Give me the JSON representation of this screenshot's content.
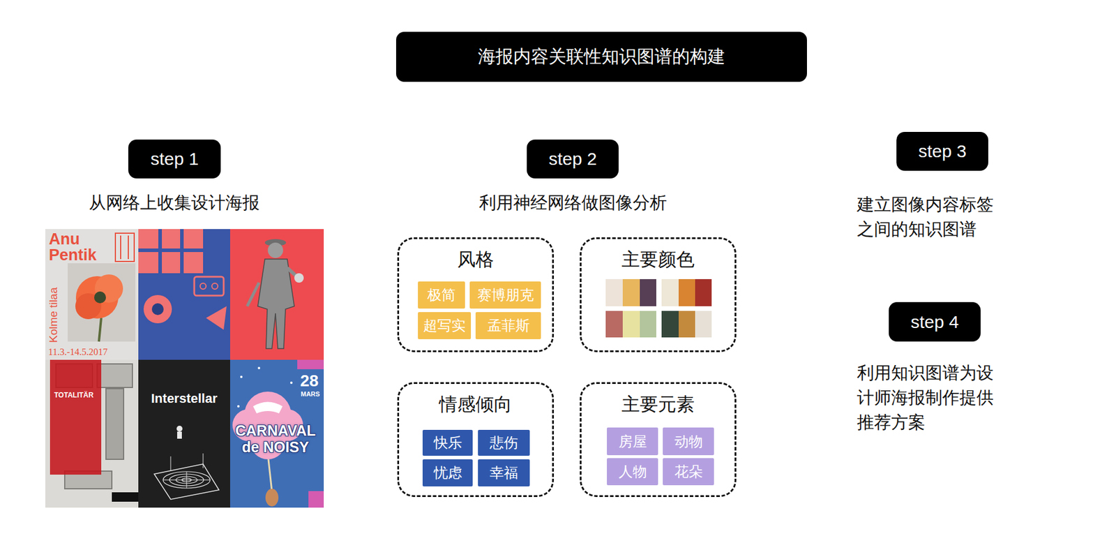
{
  "diagram": {
    "title": "海报内容关联性知识图谱的构建",
    "nodes": [
      {
        "text": [
          "step 1"
        ]
      },
      {
        "text": [
          "step 2"
        ]
      },
      {
        "text": [
          "step 3"
        ]
      },
      {
        "text": [
          "step 4"
        ]
      },
      {
        "text": [
          "风格"
        ]
      },
      {
        "text": [
          "极简"
        ],
        "in": 4
      },
      {
        "text": [
          "赛博朋克"
        ],
        "in": 4
      },
      {
        "text": [
          "超写实"
        ],
        "in": 4
      },
      {
        "text": [
          "孟菲斯"
        ],
        "in": 4
      },
      {
        "text": [
          "主要颜色"
        ]
      },
      {
        "text": [
          "情感倾向"
        ]
      },
      {
        "text": [
          "快乐"
        ],
        "in": 10
      },
      {
        "text": [
          "悲伤"
        ],
        "in": 10
      },
      {
        "text": [
          "忧虑"
        ],
        "in": 10
      },
      {
        "text": [
          "幸福"
        ],
        "in": 10
      },
      {
        "text": [
          "主要元素"
        ]
      },
      {
        "text": [
          "房屋"
        ],
        "in": 15
      },
      {
        "text": [
          "动物"
        ],
        "in": 15
      },
      {
        "text": [
          "人物"
        ],
        "in": 15
      },
      {
        "text": [
          "花朵"
        ],
        "in": 15
      }
    ],
    "labels": [
      "从网络上收集设计海报",
      "利用神经网络做图像分析",
      "建立图像内容标签之间的知识图谱",
      "利用知识图谱为设计师海报制作提供推荐方案",
      "Anu Pentik",
      "Kolme tilaa",
      "11.3.-14.5.2017",
      "TOTALITÄR",
      "Interstellar",
      "28",
      "MARS",
      "CARNAVAL de NOISY"
    ]
  }
}
